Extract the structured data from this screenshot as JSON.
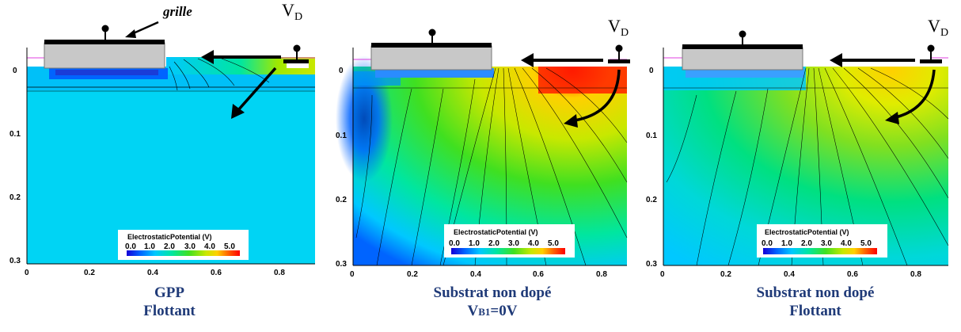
{
  "panels": [
    {
      "id": "p1",
      "caption_line1": "GPP",
      "caption_line2": "Flottant",
      "annotation": "grille",
      "drain_label": "V",
      "drain_sub": "D",
      "legend_title": "ElectrostaticPotential (V)"
    },
    {
      "id": "p2",
      "caption_line1": "Substrat non dopé",
      "caption_line2_main": "V",
      "caption_line2_sub": "B1",
      "caption_line2_tail": "=0V",
      "drain_label": "V",
      "drain_sub": "D",
      "legend_title": "ElectrostaticPotential (V)"
    },
    {
      "id": "p3",
      "caption_line1": "Substrat non dopé",
      "caption_line2": "Flottant",
      "drain_label": "V",
      "drain_sub": "D",
      "legend_title": "ElectrostaticPotential (V)"
    }
  ],
  "x_ticks": [
    "0",
    "0.2",
    "0.4",
    "0.6",
    "0.8"
  ],
  "y_ticks": [
    "0",
    "0.1",
    "0.2",
    "0.3"
  ],
  "legend_ticks": [
    "0.0",
    "1.0",
    "2.0",
    "3.0",
    "4.0",
    "5.0"
  ],
  "colors": {
    "caption": "#1f3a78",
    "gate_fill": "#c8c8c8",
    "cmap": [
      "#1400d8",
      "#0064ff",
      "#00c8ff",
      "#00e6a0",
      "#40e020",
      "#c8e800",
      "#ffd000",
      "#ff6000",
      "#ff0000"
    ]
  }
}
